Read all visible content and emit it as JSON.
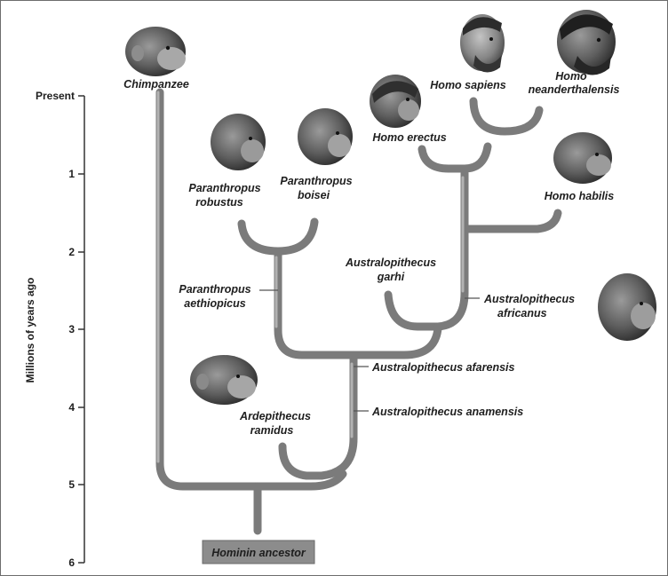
{
  "axis": {
    "title": "Millions of years ago",
    "ticks": [
      "Present",
      "1",
      "2",
      "3",
      "4",
      "5",
      "6"
    ]
  },
  "species": {
    "chimpanzee": "Chimpanzee",
    "homo_sapiens": "Homo sapiens",
    "homo_neanderthalensis_1": "Homo",
    "homo_neanderthalensis_2": "neanderthalensis",
    "homo_erectus": "Homo erectus",
    "homo_habilis": "Homo habilis",
    "paranthropus_robustus_1": "Paranthropus",
    "paranthropus_robustus_2": "robustus",
    "paranthropus_boisei_1": "Paranthropus",
    "paranthropus_boisei_2": "boisei",
    "paranthropus_aethiopicus_1": "Paranthropus",
    "paranthropus_aethiopicus_2": "aethiopicus",
    "australopithecus_garhi_1": "Australopithecus",
    "australopithecus_garhi_2": "garhi",
    "australopithecus_africanus_1": "Australopithecus",
    "australopithecus_africanus_2": "africanus",
    "australopithecus_afarensis": "Australopithecus afarensis",
    "australopithecus_anamensis": "Australopithecus anamensis",
    "ardipithecus_ramidus_1": "Ardepithecus",
    "ardipithecus_ramidus_2": "ramidus",
    "hominin_ancestor": "Hominin ancestor"
  },
  "colors": {
    "branch": "#7b7b7b",
    "ancestor_box": "#8c8c8c",
    "text": "#1e1e1e"
  }
}
